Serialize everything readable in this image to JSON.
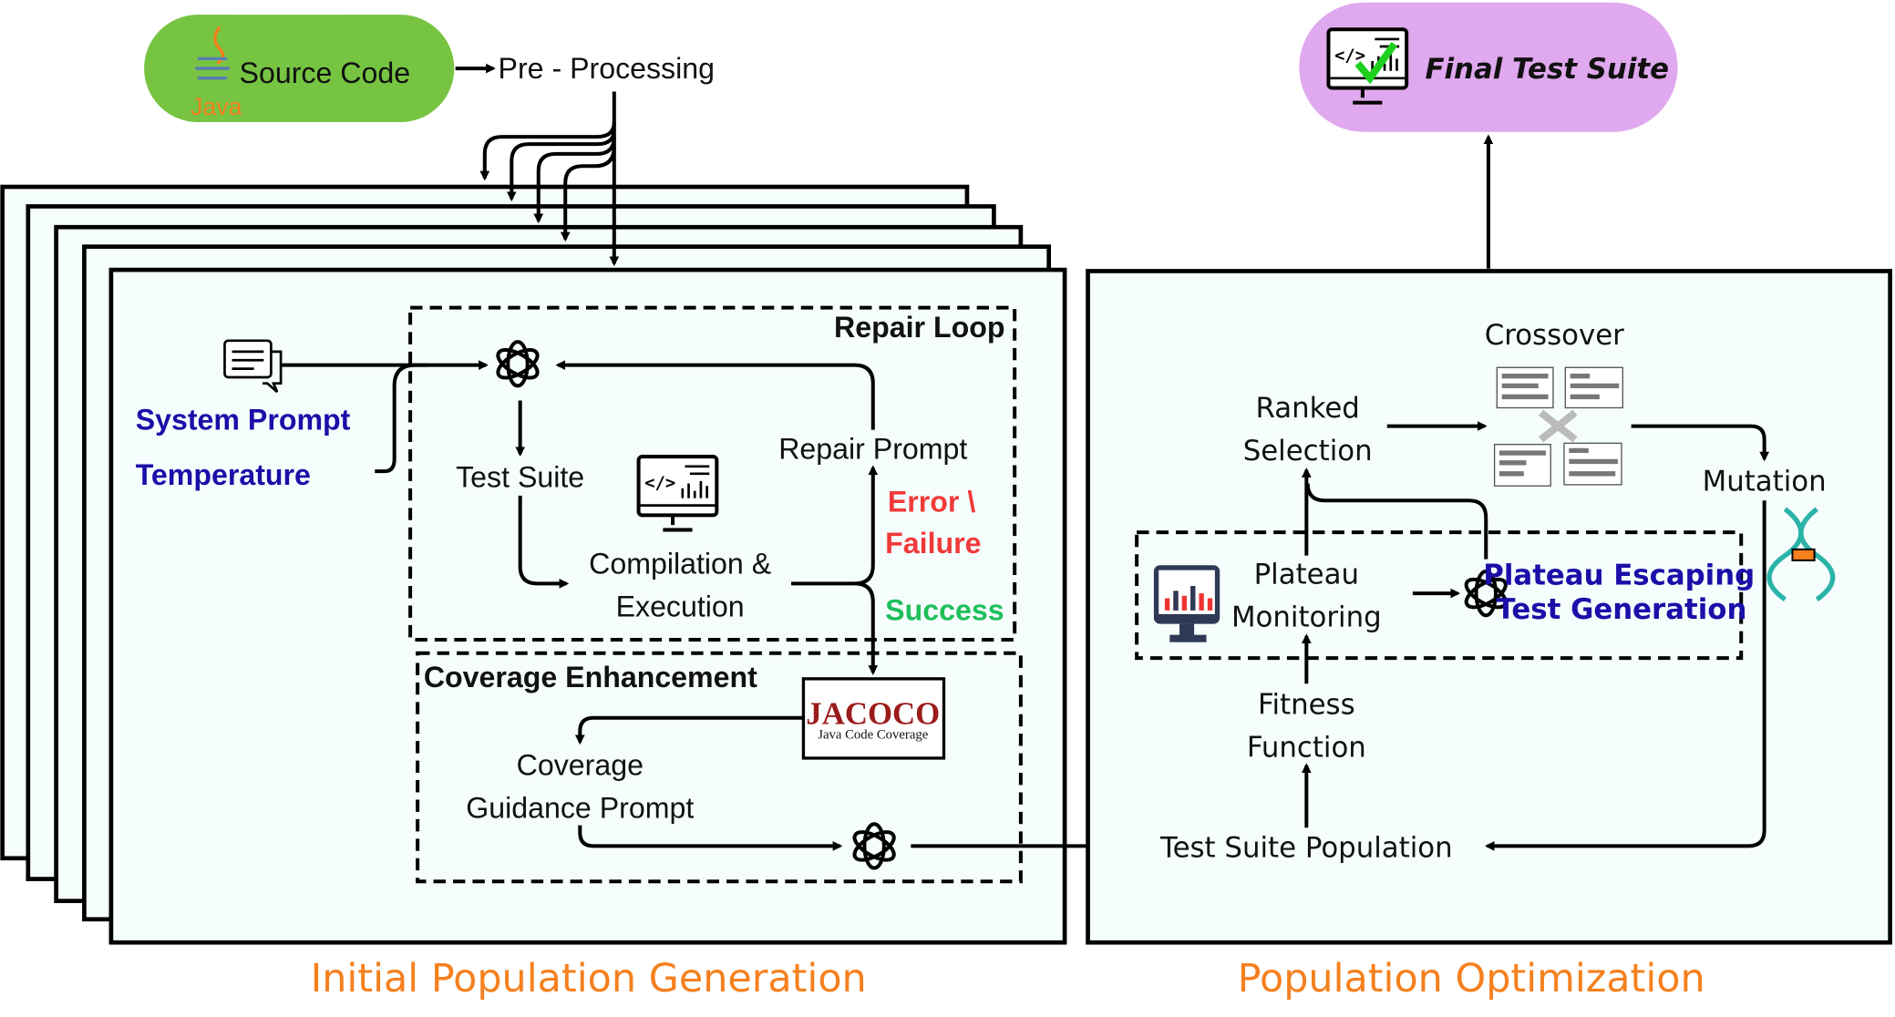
{
  "top": {
    "source_code": "Source Code",
    "java": "Java",
    "pre_processing": "Pre - Processing",
    "final_test_suite": "Final Test Suite"
  },
  "left": {
    "system_prompt": "System Prompt",
    "temperature": "Temperature",
    "repair_loop": "Repair Loop",
    "test_suite": "Test Suite",
    "compilation_line1": "Compilation &",
    "compilation_line2": "Execution",
    "repair_prompt": "Repair Prompt",
    "error_line1": "Error \\",
    "error_line2": "Failure",
    "success": "Success",
    "coverage_enhancement": "Coverage Enhancement",
    "jacoco": "JACOCO",
    "jacoco_sub": "Java Code Coverage",
    "coverage_line1": "Coverage",
    "coverage_line2": "Guidance Prompt",
    "caption": "Initial Population Generation"
  },
  "right": {
    "crossover": "Crossover",
    "ranked_line1": "Ranked",
    "ranked_line2": "Selection",
    "mutation": "Mutation",
    "plateau_line1": "Plateau",
    "plateau_line2": "Monitoring",
    "escaping_line1": "Plateau Escaping",
    "escaping_line2": "Test Generation",
    "fitness_line1": "Fitness",
    "fitness_line2": "Function",
    "population": "Test Suite Population",
    "caption": "Population Optimization"
  },
  "colors": {
    "source_pill": "#76c442",
    "final_pill": "#e0a8ee",
    "caption": "#f5801e",
    "error": "#f03a3a",
    "success": "#1fbf5b",
    "blue_text": "#1a0fa8",
    "jacoco": "#9b1b1b"
  }
}
